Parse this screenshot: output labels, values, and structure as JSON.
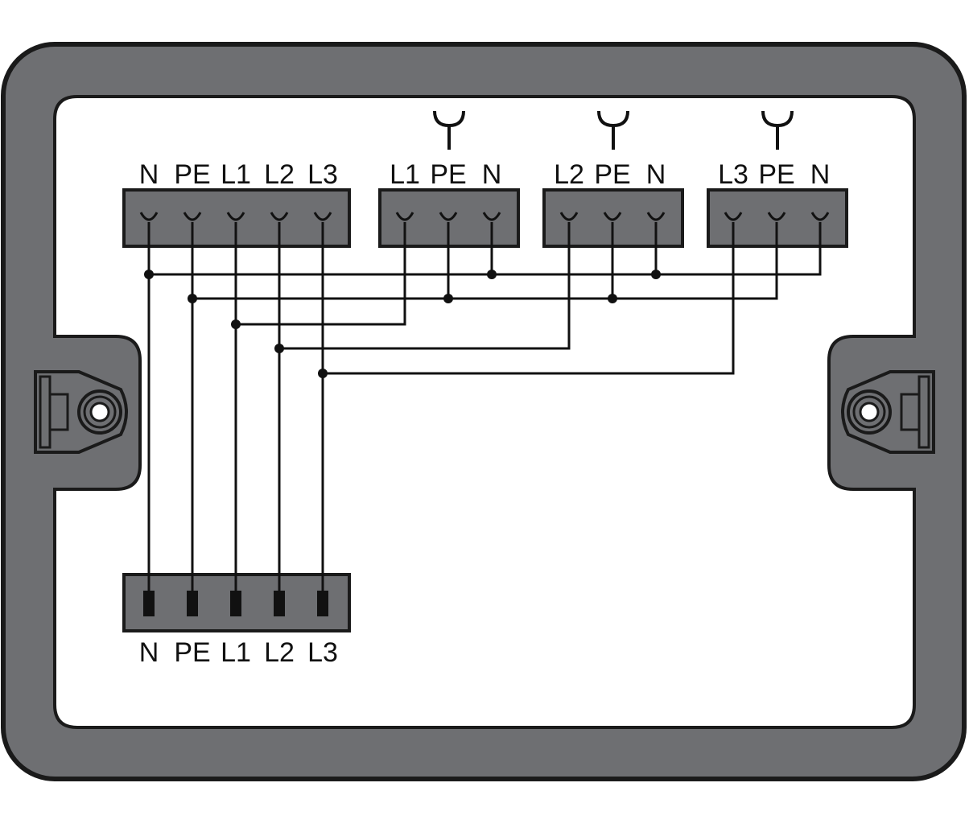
{
  "colors": {
    "housing": "#6e6f72",
    "housing_outline": "#1a1a1a",
    "block_fill": "#6e6f72",
    "wire": "#111111",
    "panel": "#ffffff"
  },
  "input_connector": {
    "labels": [
      "N",
      "PE",
      "L1",
      "L2",
      "L3"
    ]
  },
  "output_connectors": [
    {
      "labels": [
        "L1",
        "PE",
        "N"
      ],
      "symbol": "socket-icon"
    },
    {
      "labels": [
        "L2",
        "PE",
        "N"
      ],
      "symbol": "socket-icon"
    },
    {
      "labels": [
        "L3",
        "PE",
        "N"
      ],
      "symbol": "socket-icon"
    }
  ],
  "bottom_connector": {
    "labels": [
      "N",
      "PE",
      "L1",
      "L2",
      "L3"
    ]
  }
}
